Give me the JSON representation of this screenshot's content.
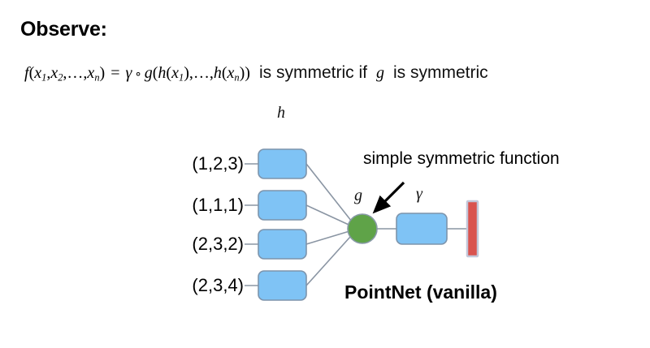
{
  "slide": {
    "heading": "Observe:",
    "background_color": "#ffffff"
  },
  "equation": {
    "f": "f",
    "open_paren": "(",
    "x1": "x",
    "x1_sub": "1",
    "comma1": ",",
    "x2": "x",
    "x2_sub": "2",
    "comma2": ",",
    "ellipsis1": "…",
    "comma3": ",",
    "xn": "x",
    "xn_sub": "n",
    "close_paren": ")",
    "equals": "=",
    "gamma": "γ",
    "compose": "∘",
    "g": "g",
    "open_paren2": "(",
    "h1": "h",
    "h1_open": "(",
    "h1_x": "x",
    "h1_sub": "1",
    "h1_close": ")",
    "comma4": ",",
    "ellipsis2": "…",
    "comma5": ",",
    "hn": "h",
    "hn_open": "(",
    "hn_x": "x",
    "hn_sub": "n",
    "hn_close": ")",
    "close_paren2": ")",
    "text_mid": "is symmetric if",
    "g_cond": "g",
    "text_end": "is symmetric"
  },
  "diagram": {
    "h_label": "h",
    "g_label": "g",
    "gamma_label": "γ",
    "annotation": "simple symmetric function",
    "caption": "PointNet (vanilla)",
    "inputs": [
      {
        "label": "(1,2,3)"
      },
      {
        "label": "(1,1,1)"
      },
      {
        "label": "(2,3,2)"
      },
      {
        "label": "(2,3,4)"
      }
    ],
    "colors": {
      "box_fill": "#7FC3F5",
      "box_stroke": "#7D94AC",
      "circle_fill": "#5FA348",
      "circle_stroke": "#8899A6",
      "bar_fill": "#D9534F",
      "bar_stroke": "#C3C8DA",
      "line": "#8A95A3"
    }
  }
}
